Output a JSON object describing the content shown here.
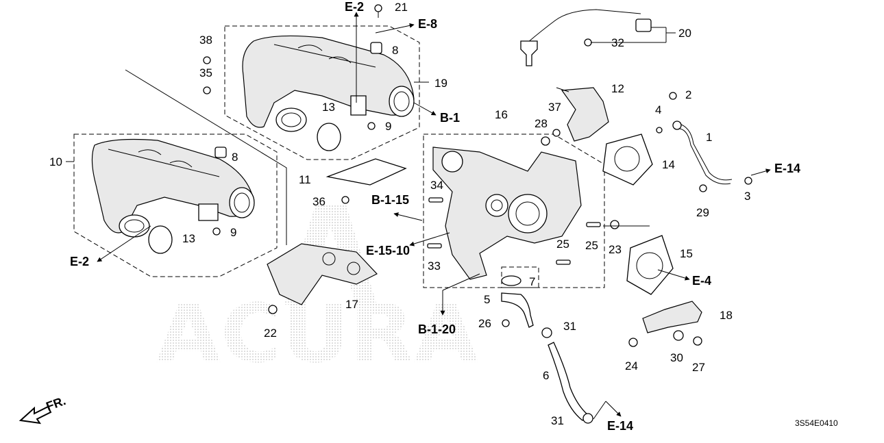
{
  "watermark": {
    "brand": "ACURA"
  },
  "diagram_code": "3S54E0410",
  "direction_label": "FR.",
  "refs": {
    "e2_top": "E-2",
    "e8": "E-8",
    "b1": "B-1",
    "e14_right": "E-14",
    "b115": "B-1-15",
    "e1510": "E-15-10",
    "e2_left": "E-2",
    "e4": "E-4",
    "b120": "B-1-20",
    "e14_bottom": "E-14"
  },
  "callouts": {
    "p1": "1",
    "p2": "2",
    "p3": "3",
    "p4": "4",
    "p5": "5",
    "p6": "6",
    "p7": "7",
    "p8a": "8",
    "p8b": "8",
    "p9a": "9",
    "p9b": "9",
    "p10": "10",
    "p11": "11",
    "p12": "12",
    "p13a": "13",
    "p13b": "13",
    "p14": "14",
    "p15": "15",
    "p16": "16",
    "p17": "17",
    "p18": "18",
    "p19": "19",
    "p20": "20",
    "p21": "21",
    "p22": "22",
    "p23": "23",
    "p24": "24",
    "p25a": "25",
    "p25b": "25",
    "p26": "26",
    "p27": "27",
    "p28": "28",
    "p29": "29",
    "p30": "30",
    "p31a": "31",
    "p31b": "31",
    "p32": "32",
    "p33": "33",
    "p34": "34",
    "p35": "35",
    "p36": "36",
    "p37": "37",
    "p38": "38"
  }
}
